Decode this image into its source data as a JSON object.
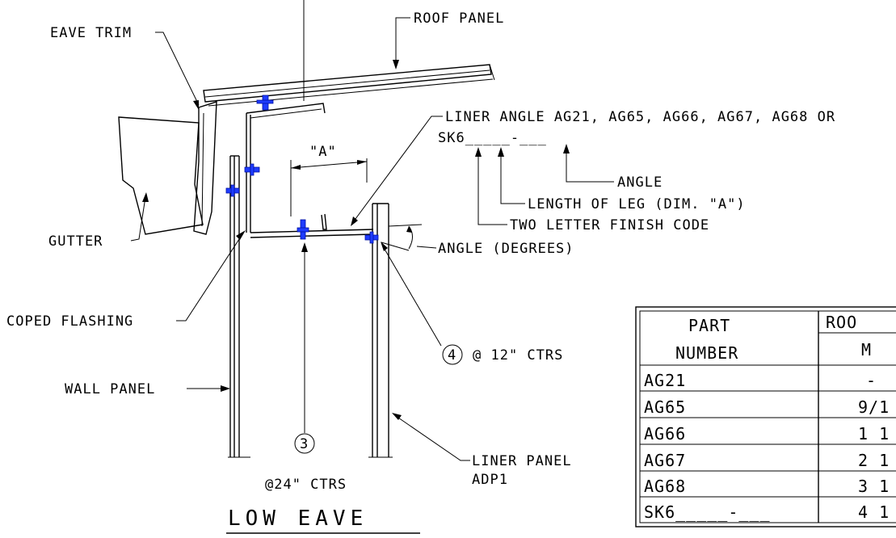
{
  "drawing": {
    "title": "LOW EAVE",
    "labels": {
      "roof_panel": "ROOF PANEL",
      "eave_trim": "EAVE TRIM",
      "liner_angle_1": "LINER ANGLE AG21, AG65, AG66, AG67, AG68 OR",
      "liner_angle_2": "SK6_____-___",
      "dim_a": "\"A\"",
      "angle": "ANGLE",
      "length_of_leg": "LENGTH OF LEG (DIM. \"A\")",
      "finish_code": "TWO LETTER FINISH CODE",
      "gutter": "GUTTER",
      "angle_degrees": "ANGLE (DEGREES)",
      "coped_flashing": "COPED FLASHING",
      "wall_panel": "WALL PANEL",
      "liner_panel_1": "LINER PANEL",
      "liner_panel_2": "ADP1",
      "callout_4": "4",
      "callout_4_spacing": "@ 12\" CTRS",
      "callout_3": "3",
      "callout_3_spacing": "@24\" CTRS"
    }
  },
  "table": {
    "header_part_1": "PART",
    "header_part_2": "NUMBER",
    "header_roo": "ROO",
    "header_m": "M",
    "rows": [
      {
        "part": "AG21",
        "value": "-"
      },
      {
        "part": "AG65",
        "value": "9/1"
      },
      {
        "part": "AG66",
        "value": "1 1"
      },
      {
        "part": "AG67",
        "value": "2 1"
      },
      {
        "part": "AG68",
        "value": "3 1"
      },
      {
        "part": "SK6_____-___",
        "value": "4 1"
      }
    ]
  },
  "colors": {
    "line": "#000000",
    "fastener": "#1f3cff",
    "background": "#ffffff"
  }
}
